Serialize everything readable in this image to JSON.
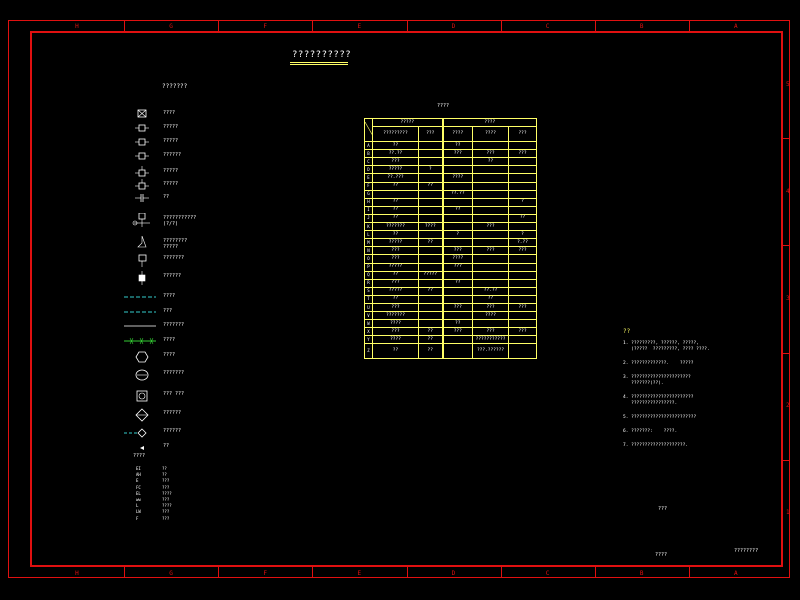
{
  "drawing_title": "??????????",
  "legend": {
    "title": "???????",
    "items": [
      {
        "label": "????",
        "icon": "boxed-cross-icon"
      },
      {
        "label": "?????",
        "icon": "box-line-icon"
      },
      {
        "label": "?????",
        "icon": "box-line-icon"
      },
      {
        "label": "??????",
        "icon": "box-line-icon"
      },
      {
        "label": "?????",
        "icon": "valve-icon"
      },
      {
        "label": "?????",
        "icon": "valve-icon"
      },
      {
        "label": "??",
        "icon": "capacitor-icon"
      },
      {
        "label": "???????????",
        "label2": "(?/?)",
        "icon": "motor-operated-valve-icon"
      },
      {
        "label": "????????",
        "label2": "?????",
        "icon": "actuator-icon"
      },
      {
        "label": "???????",
        "icon": "flap-icon"
      },
      {
        "label": "??????",
        "icon": "damper-icon"
      },
      {
        "label": "????",
        "icon": "cyan-dash-line-icon"
      },
      {
        "label": "???",
        "icon": "cyan-dash-line-icon"
      },
      {
        "label": "???????",
        "icon": "white-line-icon"
      },
      {
        "label": "????",
        "icon": "green-cross-line-icon"
      },
      {
        "label": "????",
        "icon": "hexagon-icon"
      },
      {
        "label": "???????",
        "icon": "diamond-ring-icon"
      },
      {
        "label": "??? ???",
        "icon": "square-ring-icon"
      },
      {
        "label": "??????",
        "icon": "diamond-icon"
      },
      {
        "label": "??????",
        "icon": "cyan-line-diamond-icon"
      },
      {
        "label": "??",
        "icon": "arrow-icon"
      }
    ],
    "abbr_title": "????",
    "abbreviations": [
      {
        "code": "EI",
        "label": "??"
      },
      {
        "code": "AH",
        "label": "??"
      },
      {
        "code": "E",
        "label": "???"
      },
      {
        "code": "FC",
        "label": "???"
      },
      {
        "code": "EL",
        "label": "????"
      },
      {
        "code": "ww",
        "label": "???"
      },
      {
        "code": "L",
        "label": "????"
      },
      {
        "code": "LW",
        "label": "???"
      },
      {
        "code": "F",
        "label": "???"
      }
    ]
  },
  "table": {
    "caption": "????",
    "header1": [
      "?????",
      "????"
    ],
    "header2": [
      "?????????",
      "???",
      "????",
      "????",
      "???"
    ],
    "rows": [
      {
        "k": "A",
        "c": [
          "??",
          "",
          "??",
          "",
          ""
        ]
      },
      {
        "k": "B",
        "c": [
          "??.??",
          "",
          "???",
          "???",
          "???"
        ]
      },
      {
        "k": "C",
        "c": [
          "???",
          "",
          "",
          "??",
          ""
        ]
      },
      {
        "k": "D",
        "c": [
          "?????",
          "?",
          "",
          "",
          ""
        ]
      },
      {
        "k": "E",
        "c": [
          "??.???",
          "",
          "????",
          "",
          ""
        ]
      },
      {
        "k": "F",
        "c": [
          "??",
          "??",
          "",
          "",
          ""
        ]
      },
      {
        "k": "G",
        "c": [
          "",
          "",
          "??.??",
          "",
          ""
        ]
      },
      {
        "k": "H",
        "c": [
          "??",
          "",
          "",
          "",
          "?"
        ]
      },
      {
        "k": "I",
        "c": [
          "??",
          "",
          "??",
          "",
          ""
        ]
      },
      {
        "k": "J",
        "c": [
          "??",
          "",
          "",
          "",
          "??"
        ]
      },
      {
        "k": "K",
        "c": [
          "???????",
          "????",
          "",
          "???",
          ""
        ]
      },
      {
        "k": "L",
        "c": [
          "??",
          "",
          "?",
          "",
          "?"
        ]
      },
      {
        "k": "M",
        "c": [
          "?????",
          "??",
          "",
          "",
          "?.??"
        ]
      },
      {
        "k": "N",
        "c": [
          "???",
          "",
          "???",
          "???",
          "???"
        ]
      },
      {
        "k": "O",
        "c": [
          "???",
          "",
          "????",
          "",
          ""
        ]
      },
      {
        "k": "P",
        "c": [
          "?????",
          "",
          "???",
          "",
          ""
        ]
      },
      {
        "k": "Q",
        "c": [
          "??",
          "?????",
          "",
          "",
          ""
        ]
      },
      {
        "k": "R",
        "c": [
          "???",
          "",
          "??",
          "",
          ""
        ]
      },
      {
        "k": "S",
        "c": [
          "?????",
          "??",
          "",
          "??.??",
          ""
        ]
      },
      {
        "k": "T",
        "c": [
          "??",
          "",
          "",
          "??",
          ""
        ]
      },
      {
        "k": "U",
        "c": [
          "???",
          "",
          "???",
          "???",
          "???"
        ]
      },
      {
        "k": "V",
        "c": [
          "???????",
          "",
          "",
          "????",
          ""
        ]
      },
      {
        "k": "W",
        "c": [
          "????",
          "",
          "??",
          "",
          ""
        ]
      },
      {
        "k": "X",
        "c": [
          "???",
          "??",
          "???",
          "???",
          "???"
        ]
      },
      {
        "k": "Y",
        "c": [
          "????",
          "??",
          "",
          "???????????",
          ""
        ]
      },
      {
        "k": "Z",
        "c": [
          "??",
          "??",
          "",
          "???.??????",
          ""
        ]
      }
    ]
  },
  "notes": {
    "title": "??",
    "items": [
      "1. ?????????, ??????, ?????,\n   (?????  ?????????, ???? ????.",
      "2. ?????????????.    ?????",
      "3. ??????????????????????\n   ???????(??).",
      "4. ???????????????????????\n   ????????????????.",
      "5. ????????????????????????",
      "6. ???????:    ????.",
      "7. ????????????????????."
    ]
  },
  "stamps": {
    "s1": "???",
    "s2": "????",
    "s3": "????????"
  },
  "zones": {
    "top": [
      "H",
      "G",
      "F",
      "E",
      "D",
      "C",
      "B",
      "A"
    ],
    "right": [
      "5",
      "4",
      "3",
      "2",
      "1"
    ]
  },
  "colors": {
    "frame": "#e01010",
    "table_border": "#ffff66",
    "cyan_line": "#33cccc",
    "green_line": "#33cc33",
    "background": "#000000"
  }
}
